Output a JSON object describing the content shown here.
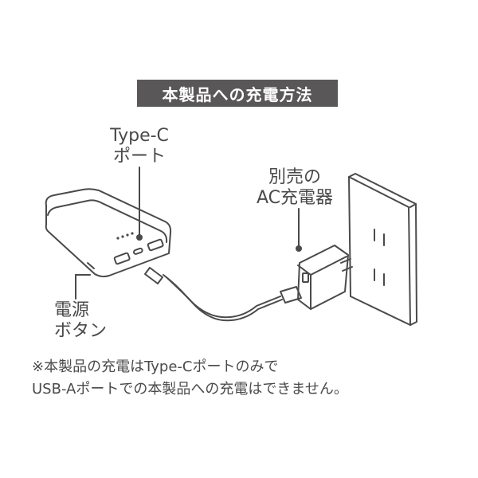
{
  "title": "本製品への充電方法",
  "labels": {
    "typec_line1": "Type-C",
    "typec_line2": "ポート",
    "charger_line1": "別売の",
    "charger_line2": "AC充電器",
    "power_line1": "電源",
    "power_line2": "ボタン"
  },
  "note": {
    "line1": "※本製品の充電はType-Cポートのみで",
    "line2": "USB-Aポートでの本製品への充電はできません。"
  },
  "colors": {
    "ink": "#4a4a4a",
    "title_bg": "#595757",
    "background": "#ffffff"
  }
}
